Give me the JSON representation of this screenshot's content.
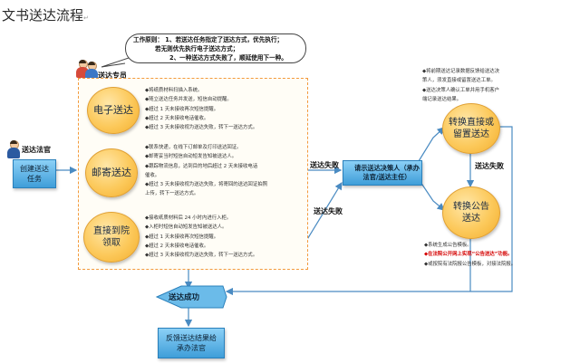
{
  "title": "文书送达流程",
  "principle": {
    "heading": "工作原则：",
    "lines": [
      "1、若送达任务指定了送达方式，优先执行；",
      "若无则优先执行电子送达方式；",
      "2、一种送达方式失败了，顺延使用下一种。"
    ]
  },
  "roles": {
    "court_officer": "送达法官",
    "specialist": "送达专员"
  },
  "nodes": {
    "create_task": "创建送达任务",
    "electronic": "电子送达",
    "postal": "邮寄送达",
    "in_court": "直接到院领取",
    "requester": "请示送达决策人（承办法官/送达主任）",
    "convert": "转换直接或留置送达",
    "announce": "转换公告送达",
    "success": "送达成功",
    "feedback": "反馈送达结果给承办法官"
  },
  "edge_labels": {
    "fail1": "送达失败",
    "fail2": "送达失败",
    "fail3": "送达失败",
    "success": "送达成功"
  },
  "notes": {
    "electronic": [
      "◆将纸质材料扫描入系统。",
      "◆随立送达任务并发送，短信自动提醒。",
      "◆超过 1 天未接收再次短信提醒。",
      "◆超过 2 天未接收电话催收。",
      "◆超过 3 天未接收视为送达失败，转下一送达方式。"
    ],
    "postal": [
      "◆联系快递，在线下订邮单及打印送达回证。",
      "◆邮寄妥当时短信自动短发告知被送达人。",
      "◆跟踪物流信息，达到目的地后超过 2 天未接收电话",
      "催收。",
      "◆超过 3 天未接收视为送达失败，将寄回的送达回证拍照",
      "上传，转下一送达方式。"
    ],
    "in_court": [
      "◆接收纸质材料后 24 小时内进行入柜。",
      "◆入柜时短信自动短发告知被送达人。",
      "◆超过 1 天未接收再次短信提醒。",
      "◆超过 2 天未接收电话催收。",
      "◆超过 3 天未接收视为送达失败，转下一送达方式。"
    ],
    "decision": [
      "◆将前期送达记录数据反馈给送达决",
      "策人，须发直接或留置送达工单。",
      "◆送达决策人确认工单并用手机客户",
      "端记录送达结果。"
    ],
    "announce": [
      "◆系统生成公告模板。",
      "◆在法院公开网上实现“公告送达”功能。",
      "◆或按院有法院报公告模板，对接法院报。"
    ]
  },
  "colors": {
    "circle": "#fcc95b",
    "box": "#59b3e8",
    "arrow": "#4a8bc2",
    "panel_border": "#f39a3c",
    "highlight": "#d40000"
  }
}
